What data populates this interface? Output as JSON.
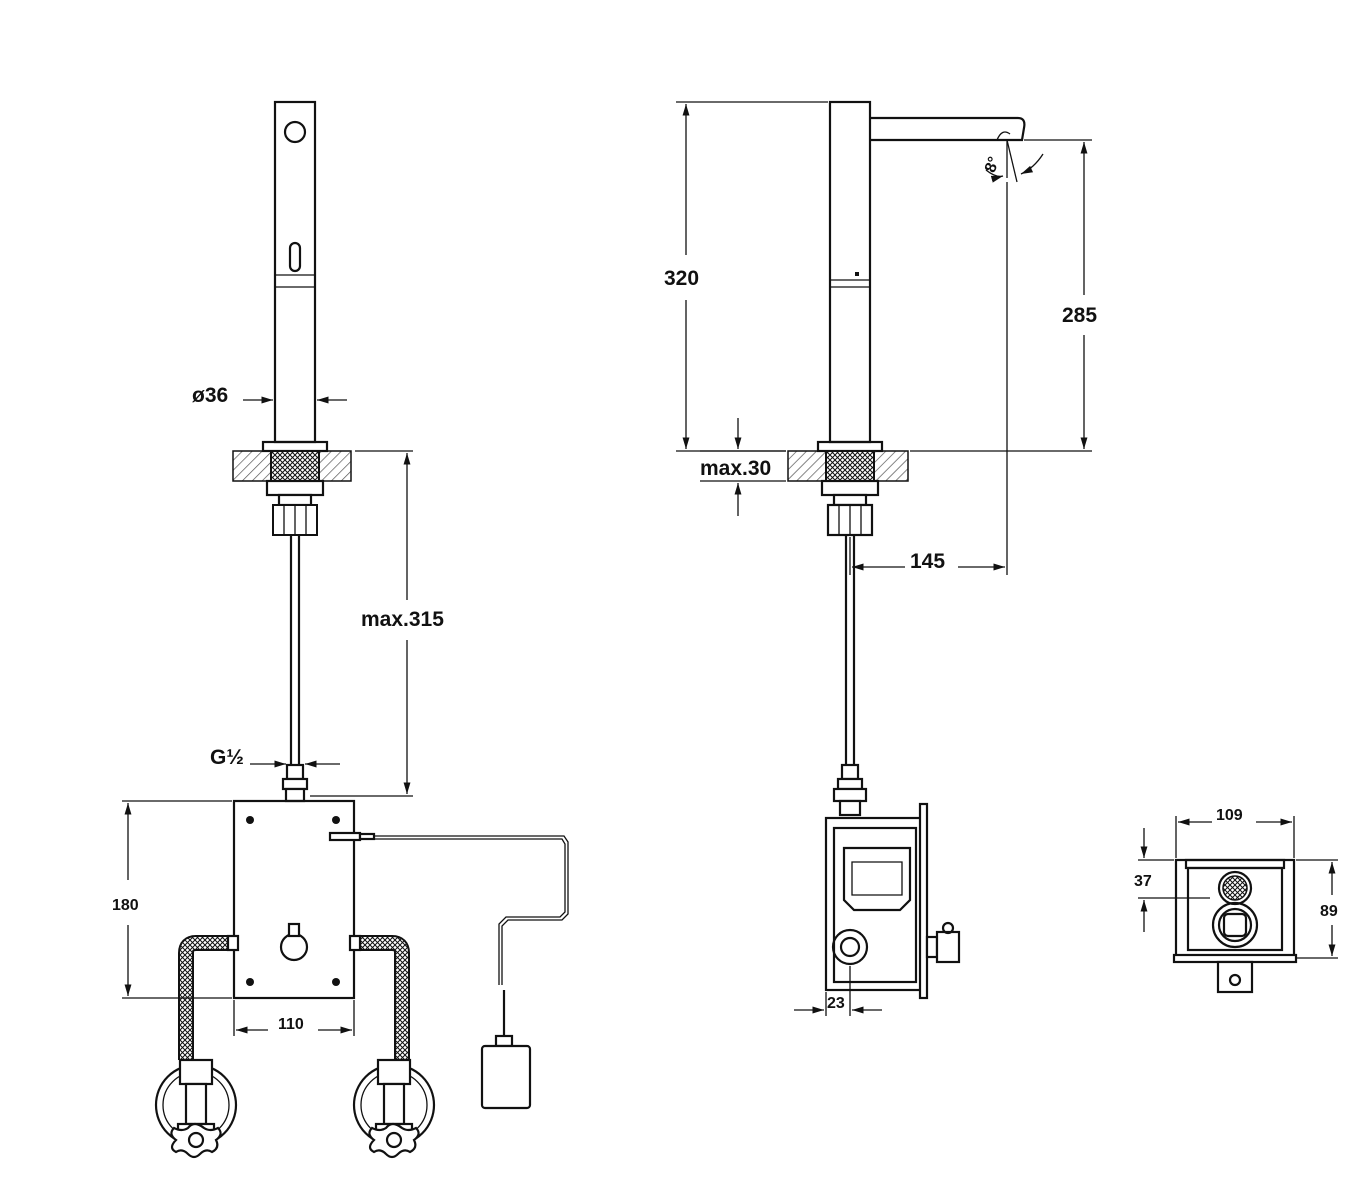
{
  "dimensions": {
    "dia36": "ø36",
    "max315": "max.315",
    "g_half": "G½",
    "d180": "180",
    "d110": "110",
    "d320": "320",
    "d285": "285",
    "max30": "max.30",
    "d145": "145",
    "angle8": "8°",
    "d23": "23",
    "d109": "109",
    "d37": "37",
    "d89": "89"
  },
  "colors": {
    "line": "#111111",
    "background": "#ffffff",
    "hatch": "#555555"
  }
}
